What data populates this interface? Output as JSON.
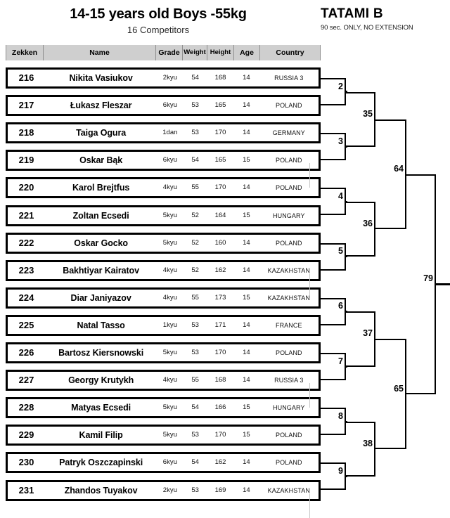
{
  "header": {
    "title": "14-15 years old  Boys -55kg",
    "subtitle": "16 Competitors",
    "tatami_title": "TATAMI  B",
    "tatami_note": "90 sec. ONLY, NO EXTENSION"
  },
  "table": {
    "columns": [
      "Zekken",
      "Name",
      "Grade",
      "Weight",
      "Height",
      "Age",
      "Country"
    ],
    "rows": [
      {
        "zekken": "216",
        "name": "Nikita Vasiukov",
        "grade": "2kyu",
        "weight": "54",
        "height": "168",
        "age": "14",
        "country": "RUSSIA 3"
      },
      {
        "zekken": "217",
        "name": "Łukasz Fleszar",
        "grade": "6kyu",
        "weight": "53",
        "height": "165",
        "age": "14",
        "country": "POLAND"
      },
      {
        "zekken": "218",
        "name": "Taiga Ogura",
        "grade": "1dan",
        "weight": "53",
        "height": "170",
        "age": "14",
        "country": "GERMANY"
      },
      {
        "zekken": "219",
        "name": "Oskar Bąk",
        "grade": "6kyu",
        "weight": "54",
        "height": "165",
        "age": "15",
        "country": "POLAND"
      },
      {
        "zekken": "220",
        "name": "Karol Brejtfus",
        "grade": "4kyu",
        "weight": "55",
        "height": "170",
        "age": "14",
        "country": "POLAND"
      },
      {
        "zekken": "221",
        "name": "Zoltan Ecsedi",
        "grade": "5kyu",
        "weight": "52",
        "height": "164",
        "age": "15",
        "country": "HUNGARY"
      },
      {
        "zekken": "222",
        "name": "Oskar Gocko",
        "grade": "5kyu",
        "weight": "52",
        "height": "160",
        "age": "14",
        "country": "POLAND"
      },
      {
        "zekken": "223",
        "name": "Bakhtiyar Kairatov",
        "grade": "4kyu",
        "weight": "52",
        "height": "162",
        "age": "14",
        "country": "KAZAKHSTAN"
      },
      {
        "zekken": "224",
        "name": "Diar Janiyazov",
        "grade": "4kyu",
        "weight": "55",
        "height": "173",
        "age": "15",
        "country": "KAZAKHSTAN"
      },
      {
        "zekken": "225",
        "name": "Natal Tasso",
        "grade": "1kyu",
        "weight": "53",
        "height": "171",
        "age": "14",
        "country": "FRANCE"
      },
      {
        "zekken": "226",
        "name": "Bartosz Kiersnowski",
        "grade": "5kyu",
        "weight": "53",
        "height": "170",
        "age": "14",
        "country": "POLAND"
      },
      {
        "zekken": "227",
        "name": "Georgy Krutykh",
        "grade": "4kyu",
        "weight": "55",
        "height": "168",
        "age": "14",
        "country": "RUSSIA 3"
      },
      {
        "zekken": "228",
        "name": "Matyas Ecsedi",
        "grade": "5kyu",
        "weight": "54",
        "height": "166",
        "age": "15",
        "country": "HUNGARY"
      },
      {
        "zekken": "229",
        "name": "Kamil Filip",
        "grade": "5kyu",
        "weight": "53",
        "height": "170",
        "age": "15",
        "country": "POLAND"
      },
      {
        "zekken": "230",
        "name": "Patryk Oszczapinski",
        "grade": "6kyu",
        "weight": "54",
        "height": "162",
        "age": "14",
        "country": "POLAND"
      },
      {
        "zekken": "231",
        "name": "Zhandos Tuyakov",
        "grade": "2kyu",
        "weight": "53",
        "height": "169",
        "age": "14",
        "country": "KAZAKHSTAN"
      }
    ]
  },
  "bracket": {
    "round1": [
      "2",
      "3",
      "4",
      "5",
      "6",
      "7",
      "8",
      "9"
    ],
    "round2": [
      "35",
      "36",
      "37",
      "38"
    ],
    "round3": [
      "64",
      "65"
    ],
    "final": [
      "79"
    ]
  }
}
